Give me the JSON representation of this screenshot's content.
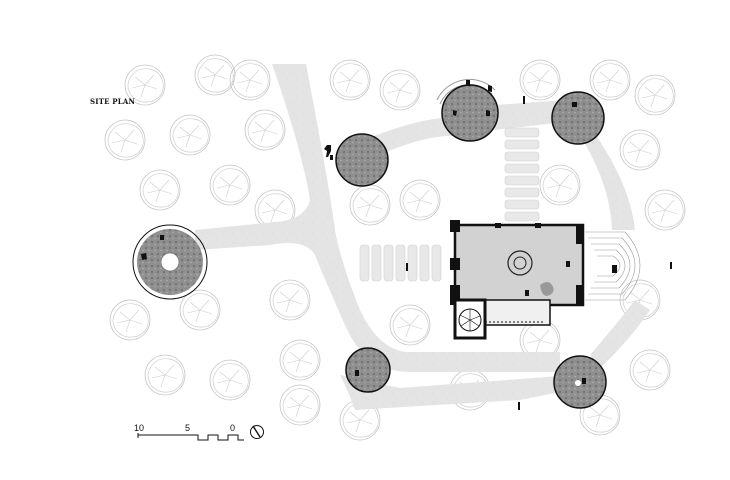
{
  "plan": {
    "title": "SITE PLAN",
    "scale_bar": {
      "labels": [
        "10",
        "5",
        "0"
      ]
    },
    "icons": [
      "north-arrow-icon",
      "tree-icon",
      "person-icon",
      "column-icon",
      "spiral-stair-icon"
    ],
    "colors": {
      "path": "#e3e3e3",
      "building_fill": "#cfcfcf",
      "wall": "#111111",
      "pavilion": "#9a9a9a",
      "tree_outline": "#bdbdbd"
    }
  }
}
